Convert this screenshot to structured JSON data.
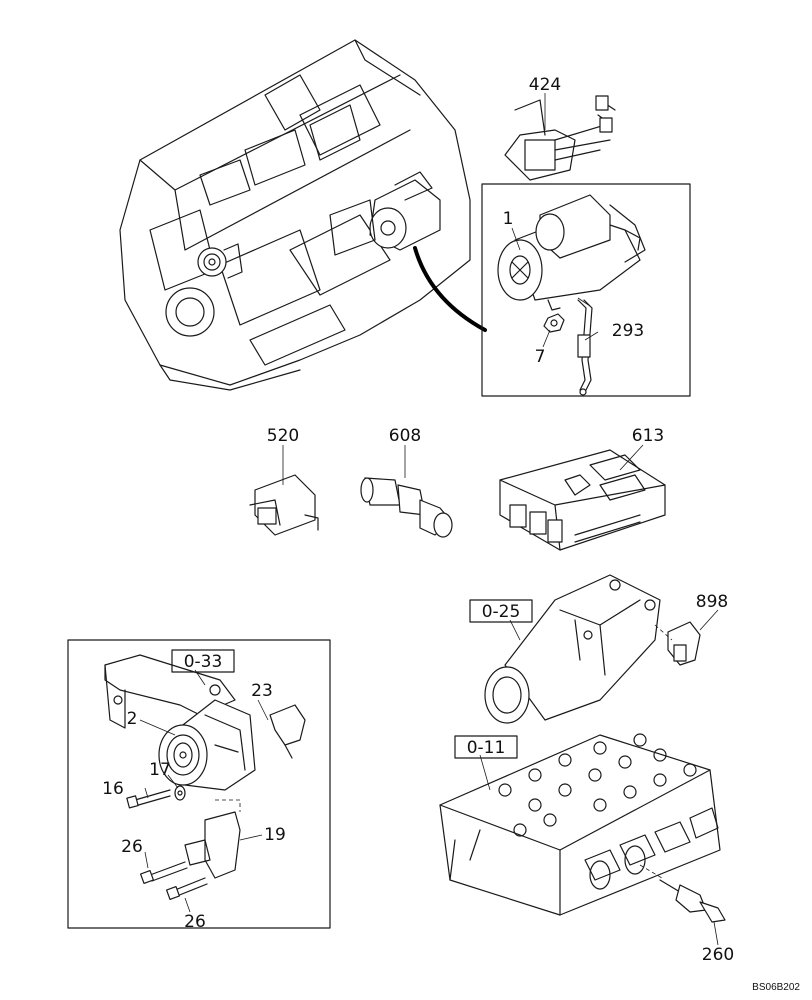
{
  "diagram": {
    "part_labels": {
      "p424": "424",
      "p1": "1",
      "p293": "293",
      "p7": "7",
      "p520": "520",
      "p608": "608",
      "p613": "613",
      "p898": "898",
      "p23": "23",
      "p2": "2",
      "p17": "17",
      "p16": "16",
      "p19": "19",
      "p26a": "26",
      "p26b": "26",
      "p260": "260"
    },
    "reference_labels": {
      "r033": "0-33",
      "r025": "0-25",
      "r011": "0-11"
    },
    "drawing_code": "BS06B202"
  }
}
